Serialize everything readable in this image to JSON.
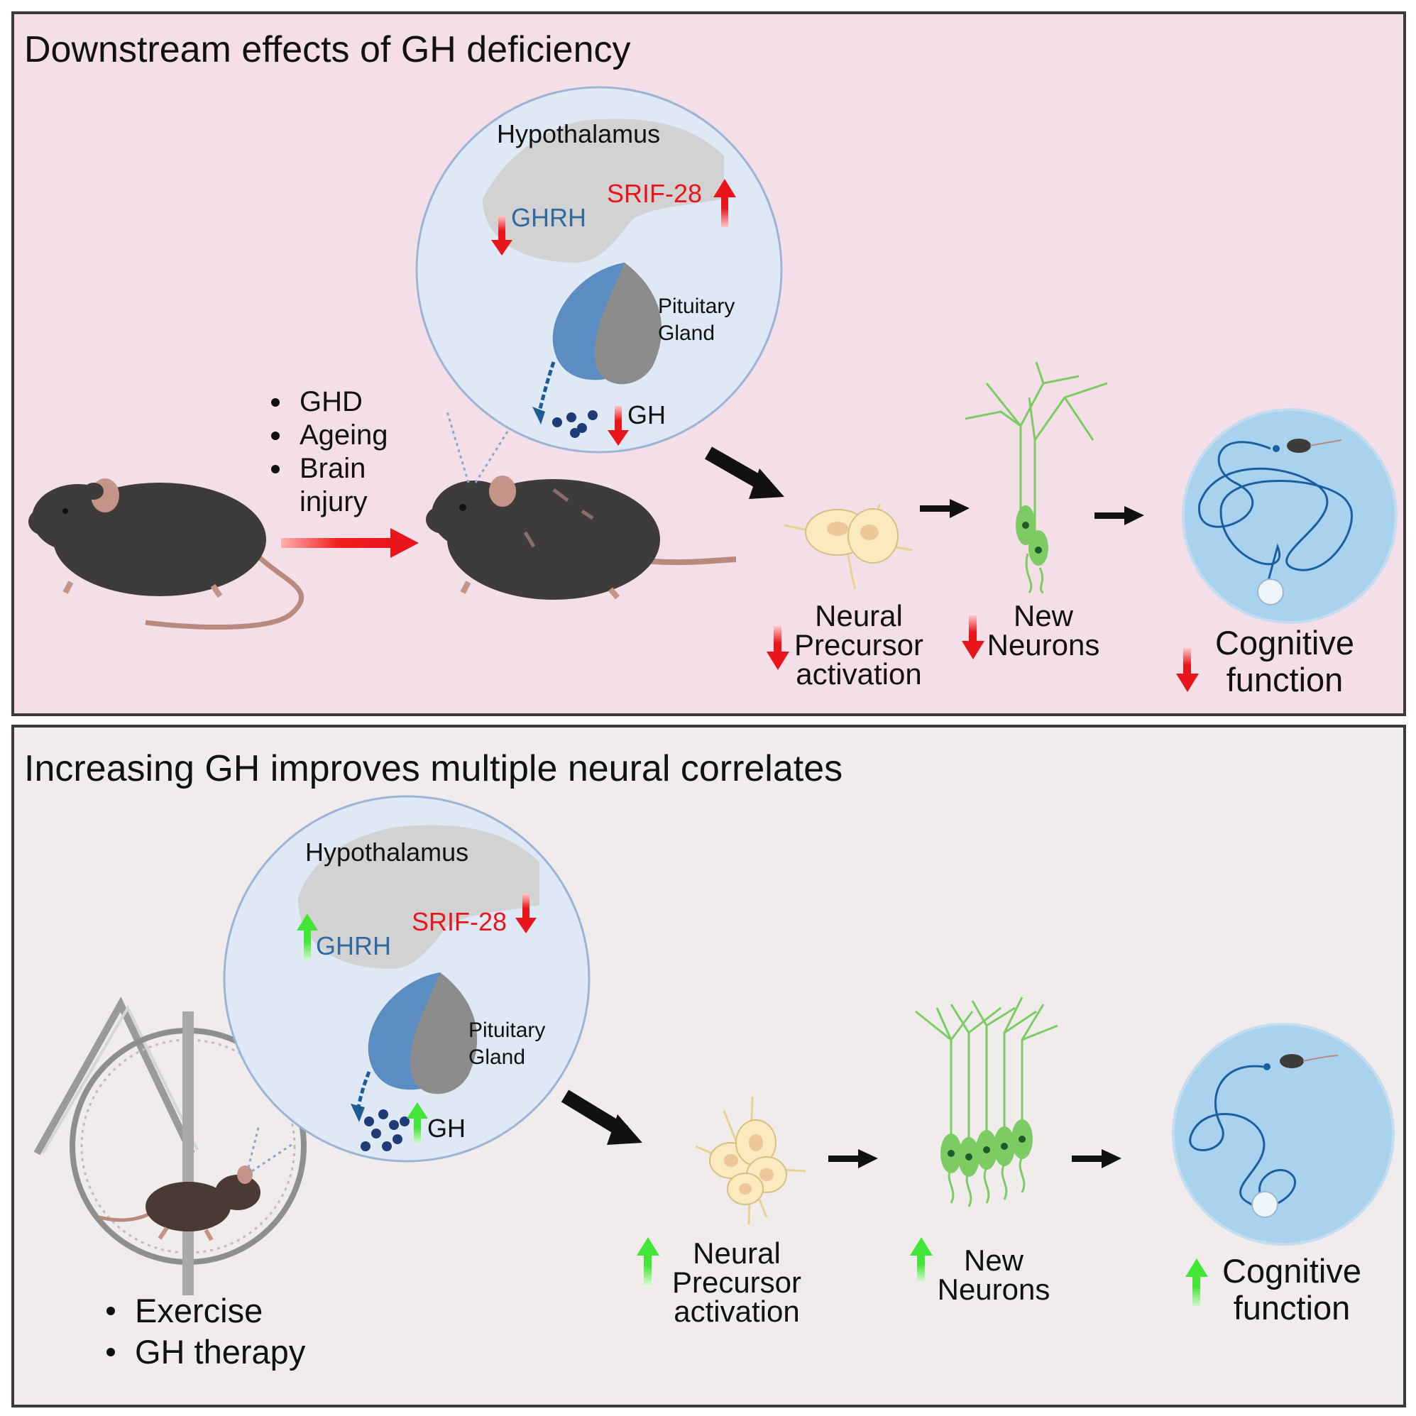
{
  "top_panel": {
    "title": "Downstream effects of GH deficiency",
    "bg_color": "#f4dfe8",
    "causes": [
      "GHD",
      "Ageing",
      "Brain injury"
    ],
    "zoom": {
      "hypothalamus": "Hypothalamus",
      "ghrh": "GHRH",
      "srif": "SRIF-28",
      "pituitary_line1": "Pituitary",
      "pituitary_line2": "Gland",
      "gh": "GH"
    },
    "outcomes": {
      "neural_line1": "Neural",
      "neural_line2": "Precursor",
      "neural_line3": "activation",
      "neurons_line1": "New",
      "neurons_line2": "Neurons",
      "cog_line1": "Cognitive",
      "cog_line2": "function"
    }
  },
  "bottom_panel": {
    "title": "Increasing GH improves multiple neural correlates",
    "bg_color": "#efeceb",
    "interventions": [
      "Exercise",
      "GH therapy"
    ],
    "zoom": {
      "hypothalamus": "Hypothalamus",
      "ghrh": "GHRH",
      "srif": "SRIF-28",
      "pituitary_line1": "Pituitary",
      "pituitary_line2": "Gland",
      "gh": "GH"
    },
    "outcomes": {
      "neural_line1": "Neural",
      "neural_line2": "Precursor",
      "neural_line3": "activation",
      "neurons_line1": "New",
      "neurons_line2": "Neurons",
      "cog_line1": "Cognitive",
      "cog_line2": "function"
    }
  },
  "colors": {
    "decrease_arrow": "#e8151b",
    "increase_arrow": "#43e536",
    "ghrh_text": "#2f6aa0",
    "srif_text": "#e8151b",
    "neuron": "#7ccc63",
    "precursor": "#fbe9bf",
    "maze": "#a8d2ee",
    "mouse": "#3e3c3b"
  }
}
